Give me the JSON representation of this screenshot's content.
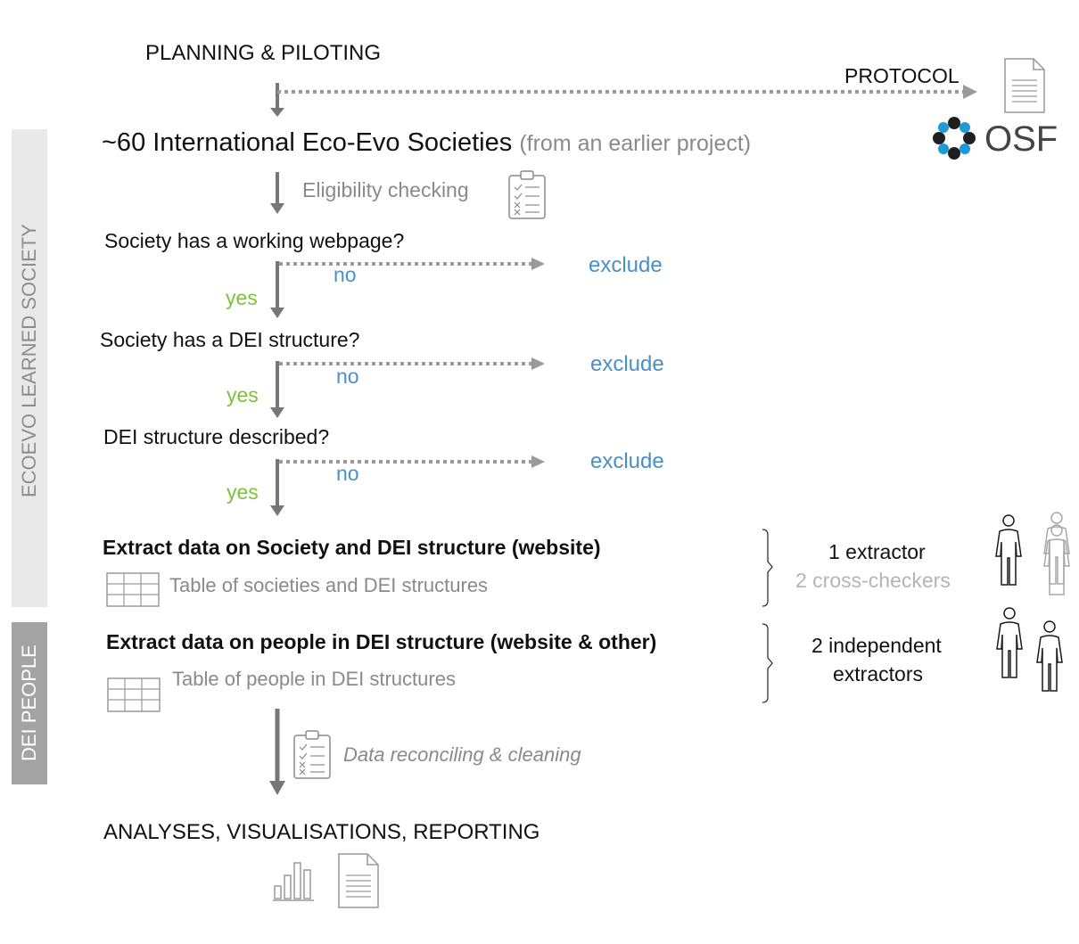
{
  "side_labels": {
    "society": "ECOEVO LEARNED SOCIETY",
    "people": "DEI PEOPLE"
  },
  "steps": {
    "planning": "PLANNING & PILOTING",
    "protocol": "PROTOCOL",
    "osf": "OSF",
    "societies_main": "~60 International Eco-Evo Societies",
    "societies_note": "(from an earlier project)",
    "eligibility": "Eligibility checking",
    "q1": "Society has a working webpage?",
    "q2": "Society has a DEI structure?",
    "q3": "DEI structure described?",
    "yes": "yes",
    "no": "no",
    "exclude": "exclude",
    "extract_society": "Extract data on Society and DEI structure (website)",
    "table_societies": "Table of societies and DEI structures",
    "extractor_1": "1 extractor",
    "cross_checkers": "2 cross-checkers",
    "extract_people": "Extract data on people in DEI structure (website & other)",
    "table_people": "Table of people in DEI structures",
    "independent_1": "2 independent",
    "independent_2": "extractors",
    "reconciling": "Data reconciling & cleaning",
    "analyses": "ANALYSES, VISUALISATIONS, REPORTING"
  },
  "colors": {
    "arrow": "#777777",
    "dotted": "#9a9a9a",
    "exclude": "#4a90c8",
    "yes": "#7cc23a",
    "muted": "#8a8a8a",
    "side_light": "#e9e9e9",
    "side_dark": "#a3a3a3"
  },
  "icons": [
    "document-icon",
    "osf-logo-icon",
    "checklist-icon",
    "table-icon",
    "person-icon",
    "bar-chart-icon"
  ]
}
